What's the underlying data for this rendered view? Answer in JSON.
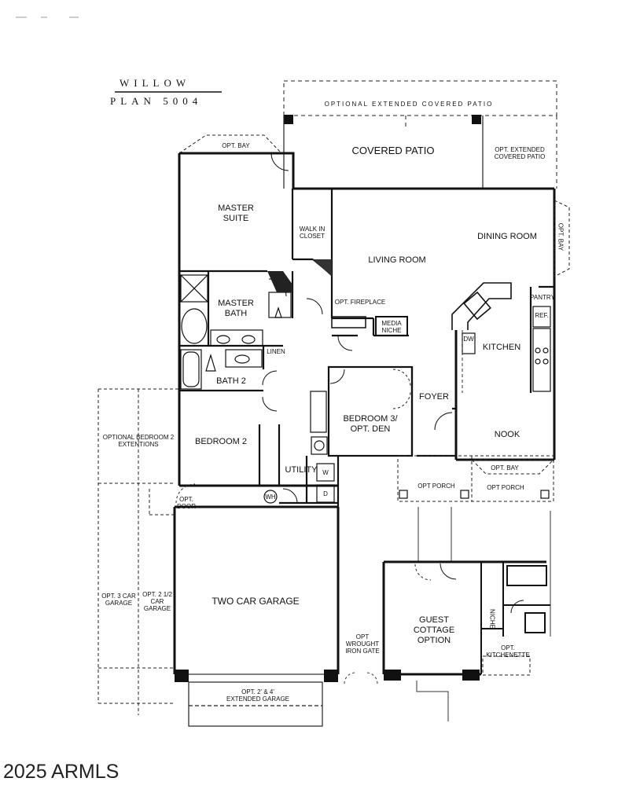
{
  "plan": {
    "name": "WILLOW",
    "number": "PLAN 5004"
  },
  "watermark": "2025 ARMLS",
  "rooms": {
    "optional_extended_covered_patio": "OPTIONAL EXTENDED COVERED PATIO",
    "covered_patio": "COVERED PATIO",
    "opt_extended_covered_patio": "OPT. EXTENDED\nCOVERED PATIO",
    "opt_bay_master": "OPT. BAY",
    "master_suite": "MASTER\nSUITE",
    "walk_in_closet": "WALK IN\nCLOSET",
    "living_room": "LIVING ROOM",
    "dining_room": "DINING ROOM",
    "opt_bay_dining": "OPT. BAY",
    "master_bath": "MASTER\nBATH",
    "opt_fireplace": "OPT. FIREPLACE",
    "media_niche": "MEDIA\nNICHE",
    "pantry": "PANTRY",
    "ref": "REF.",
    "dw": "DW",
    "kitchen": "KITCHEN",
    "linen": "LINEN",
    "bath_2": "BATH 2",
    "foyer": "FOYER",
    "bedroom_3": "BEDROOM 3/\nOPT. DEN",
    "optional_bedroom_2_ext": "OPTIONAL BEDROOM 2\nEXTENTIONS",
    "bedroom_2": "BEDROOM 2",
    "nook": "NOOK",
    "utility": "UTILITY",
    "w": "W",
    "d": "D",
    "wh": "WH",
    "opt_bay_nook": "OPT. BAY",
    "opt_porch_left": "OPT PORCH",
    "opt_porch_right": "OPT PORCH",
    "opt_door": "OPT.\nDOOR",
    "opt_3_car_garage": "OPT. 3 CAR\nGARAGE",
    "opt_2_half_car_garage": "OPT. 2 1/2\nCAR\nGARAGE",
    "two_car_garage": "TWO CAR GARAGE",
    "opt_wrought_iron_gate": "OPT\nWROUGHT\nIRON GATE",
    "guest_cottage": "GUEST\nCOTTAGE\nOPTION",
    "niche": "NICHE",
    "opt_kitchenette": "OPT.\nKITCHENETTE",
    "extended_garage": "OPT. 2' & 4'\nEXTENDED GARAGE"
  }
}
